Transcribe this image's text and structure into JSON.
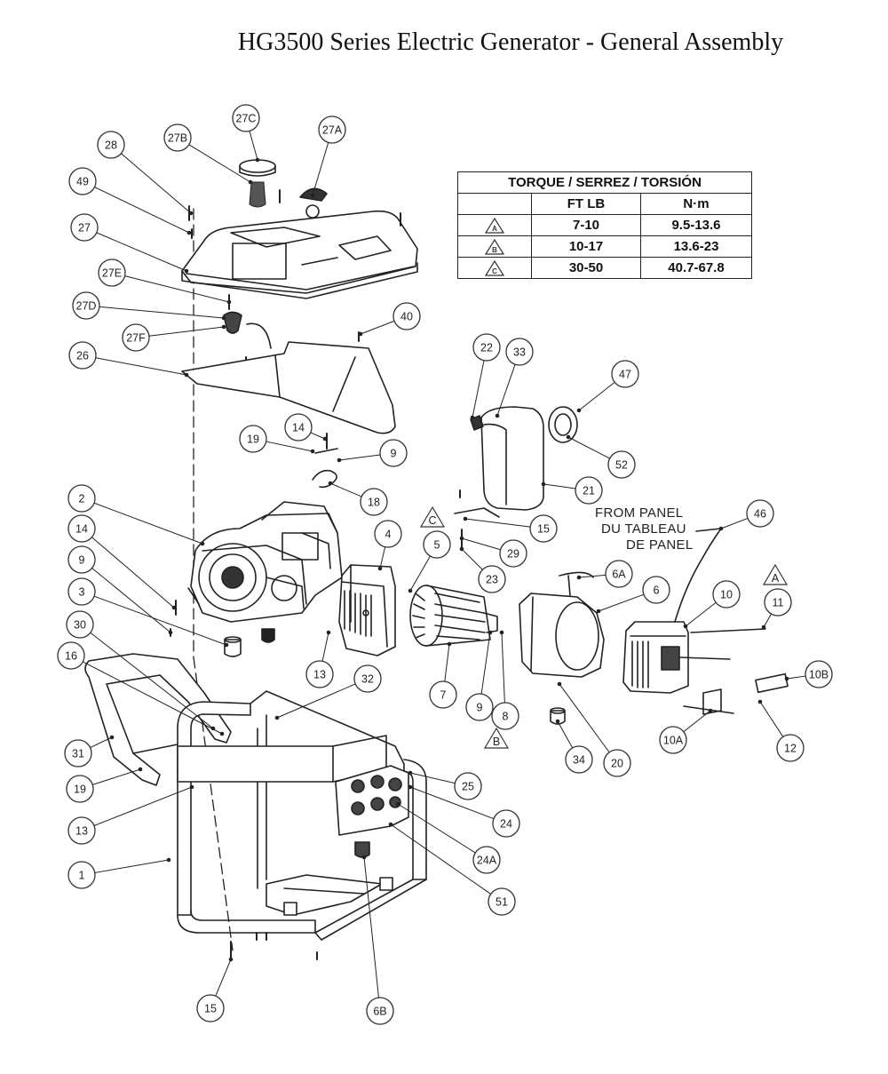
{
  "title": "HG3500 Series Electric Generator - General Assembly",
  "torque_table": {
    "header": "TORQUE / SERREZ / TORSIÓN",
    "col_ftlb": "FT LB",
    "col_nm": "N·m",
    "rows": [
      {
        "symbol": "A",
        "ftlb": "7-10",
        "nm": "9.5-13.6"
      },
      {
        "symbol": "B",
        "ftlb": "10-17",
        "nm": "13.6-23"
      },
      {
        "symbol": "C",
        "ftlb": "30-50",
        "nm": "40.7-67.8"
      }
    ]
  },
  "panel_note": [
    "FROM PANEL",
    "DU TABLEAU",
    "DE PANEL"
  ],
  "callouts": [
    "28",
    "27B",
    "27C",
    "27A",
    "49",
    "27",
    "27E",
    "27D",
    "27F",
    "40",
    "26",
    "22",
    "33",
    "47",
    "52",
    "21",
    "14",
    "19",
    "9",
    "18",
    "2",
    "14",
    "9",
    "3",
    "30",
    "16",
    "31",
    "19",
    "13",
    "1",
    "4",
    "5",
    "15",
    "29",
    "23",
    "46",
    "6A",
    "6",
    "10",
    "11",
    "13",
    "32",
    "7",
    "9",
    "8",
    "10B",
    "10A",
    "12",
    "34",
    "20",
    "25",
    "24",
    "24A",
    "51",
    "15",
    "6B"
  ],
  "torque_markers": [
    "C",
    "A",
    "B"
  ]
}
